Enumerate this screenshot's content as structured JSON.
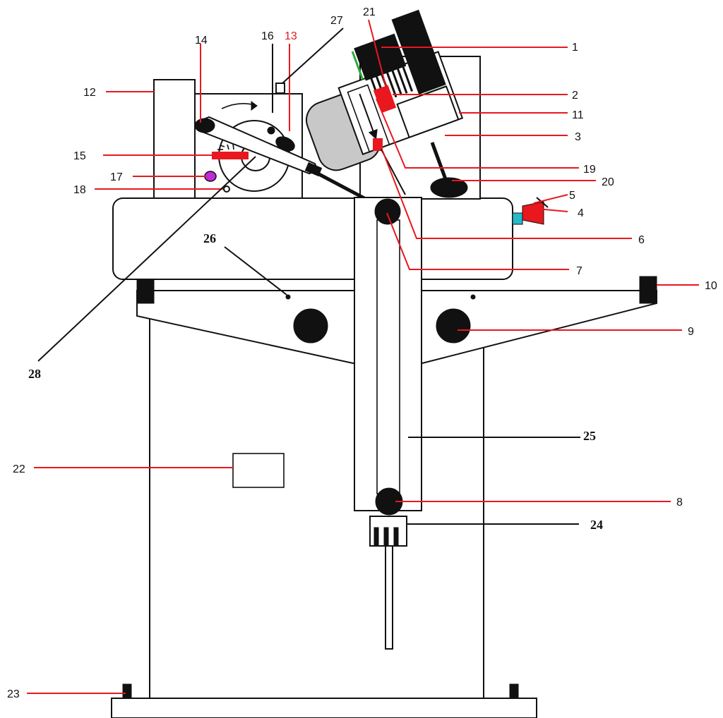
{
  "diagram": {
    "labels": {
      "1": "1",
      "2": "2",
      "3": "3",
      "4": "4",
      "5": "5",
      "6": "6",
      "7": "7",
      "8": "8",
      "9": "9",
      "10": "10",
      "11": "11",
      "12": "12",
      "13": "13",
      "14": "14",
      "15": "15",
      "16": "16",
      "17": "17",
      "18": "18",
      "19": "19",
      "20": "20",
      "21": "21",
      "22": "22",
      "23": "23",
      "24": "24",
      "25": "25",
      "26": "26",
      "27": "27",
      "28": "28"
    },
    "colors": {
      "leader_red": "#e8181e",
      "leader_black": "#111111",
      "label_red": "#e8181e",
      "accent_magenta": "#c22ad6",
      "accent_cyan": "#29b8c8",
      "accent_green": "#2eaa3a",
      "machine_gray": "#c8c8c8"
    }
  }
}
